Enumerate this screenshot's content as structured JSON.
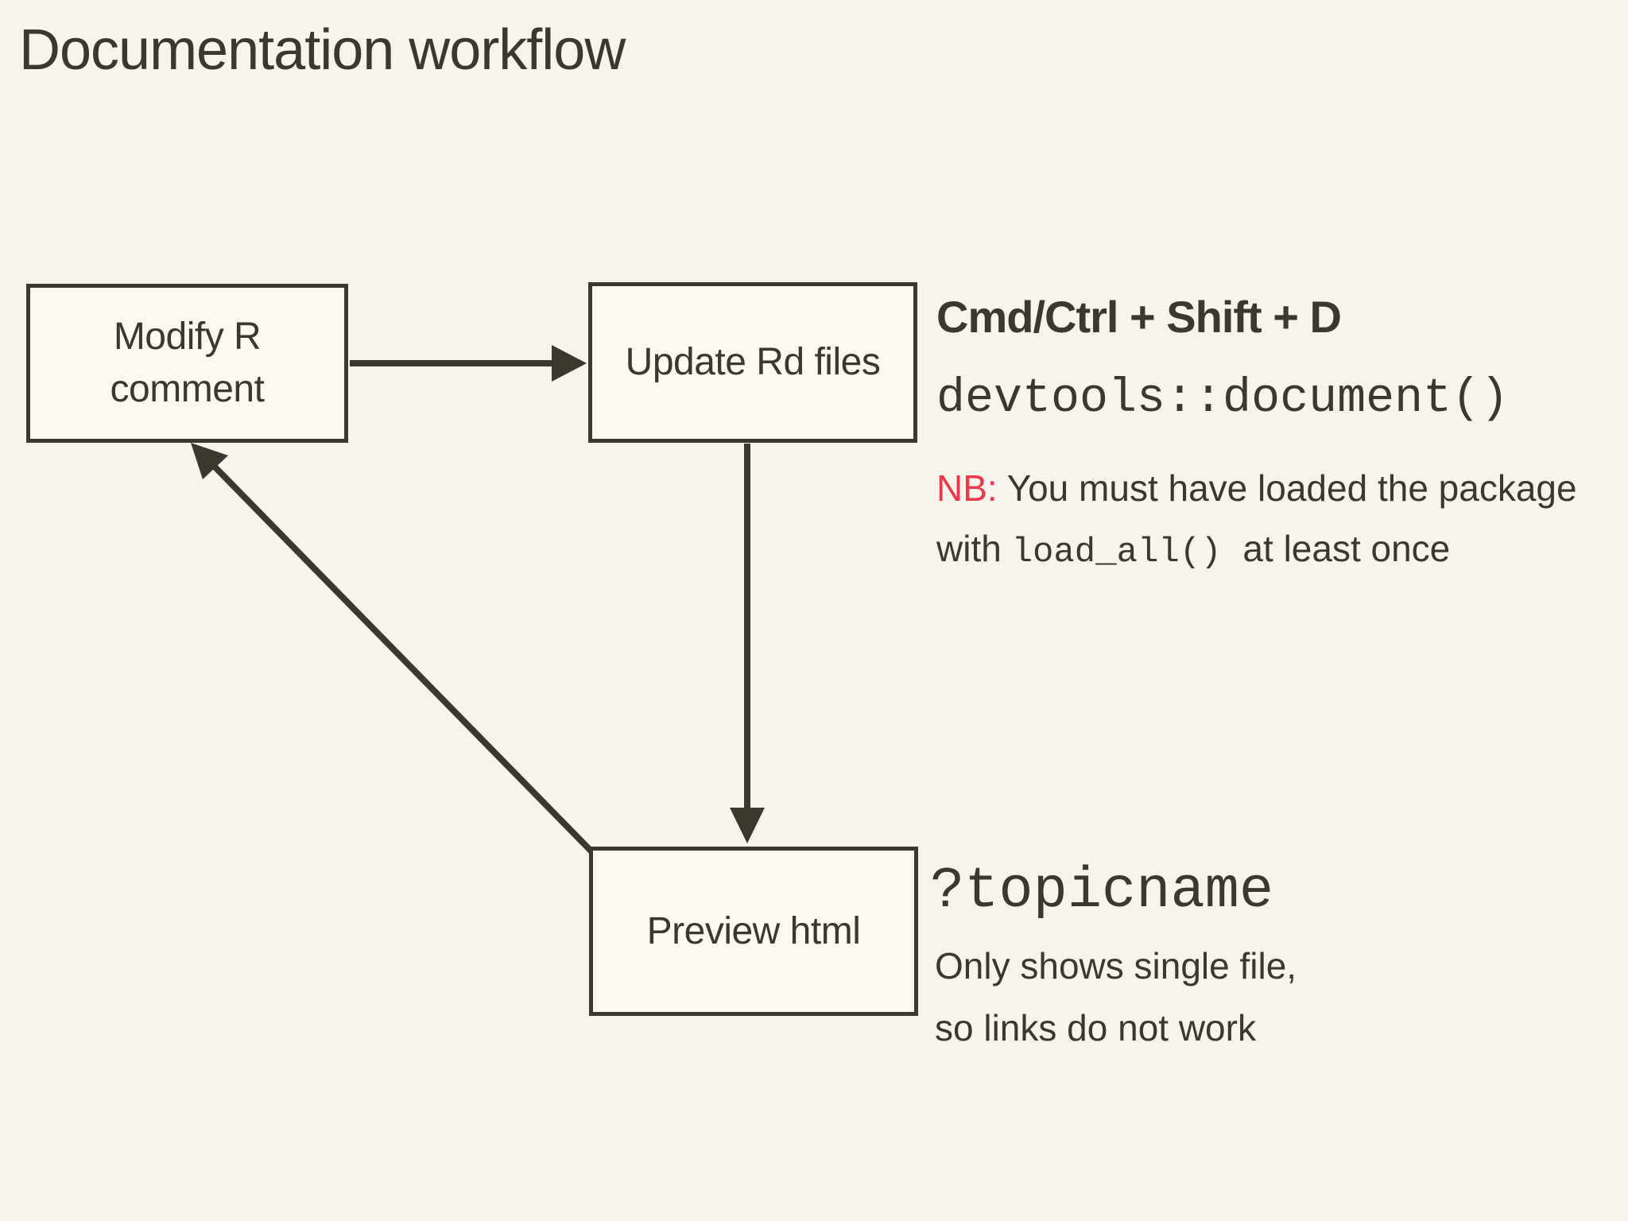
{
  "title": "Documentation workflow",
  "colors": {
    "background": "#f7f4eb",
    "box_fill": "#fbf9f2",
    "ink": "#3b382d",
    "accent_red": "#e8384a"
  },
  "diagram": {
    "nodes": [
      {
        "id": "modify-r-comment",
        "line1": "Modify R",
        "line2": "comment"
      },
      {
        "id": "update-rd-files",
        "line1": "Update Rd files"
      },
      {
        "id": "preview-html",
        "line1": "Preview html"
      }
    ],
    "arrows": [
      {
        "from": "modify-r-comment",
        "to": "update-rd-files"
      },
      {
        "from": "update-rd-files",
        "to": "preview-html"
      },
      {
        "from": "preview-html",
        "to": "modify-r-comment"
      }
    ]
  },
  "annotations": {
    "update": {
      "shortcut": "Cmd/Ctrl + Shift + D",
      "code": "devtools::document()",
      "note": {
        "prefix": "NB:",
        "line1": "You must have loaded the package",
        "line2_pre": "with",
        "line2_code": "load_all()",
        "line2_post": "at least once"
      }
    },
    "preview": {
      "code": "?topicname",
      "note_line1": "Only shows single file,",
      "note_line2": "so links do not work"
    }
  }
}
